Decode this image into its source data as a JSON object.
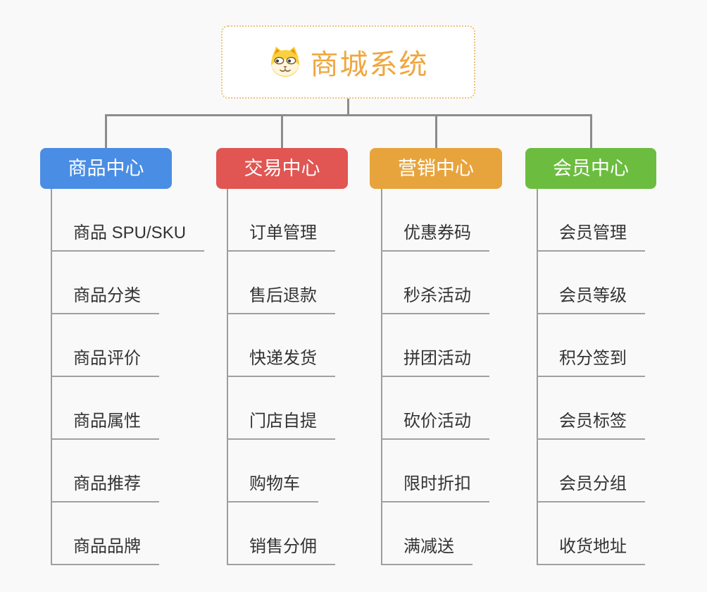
{
  "root": {
    "title": "商城系统",
    "icon": "dog-face-icon",
    "title_color": "#efa73f",
    "border_color": "#ecc27d"
  },
  "branches": [
    {
      "label": "商品中心",
      "color": "#4a8de4",
      "items": [
        "商品 SPU/SKU",
        "商品分类",
        "商品评价",
        "商品属性",
        "商品推荐",
        "商品品牌"
      ]
    },
    {
      "label": "交易中心",
      "color": "#e15552",
      "items": [
        "订单管理",
        "售后退款",
        "快递发货",
        "门店自提",
        "购物车",
        "销售分佣"
      ]
    },
    {
      "label": "营销中心",
      "color": "#e8a43c",
      "items": [
        "优惠券码",
        "秒杀活动",
        "拼团活动",
        "砍价活动",
        "限时折扣",
        "满减送"
      ]
    },
    {
      "label": "会员中心",
      "color": "#6cbd3f",
      "items": [
        "会员管理",
        "会员等级",
        "积分签到",
        "会员标签",
        "会员分组",
        "收货地址"
      ]
    }
  ],
  "connector_color": "#8c8c8c",
  "background_color": "#f9f9f9"
}
